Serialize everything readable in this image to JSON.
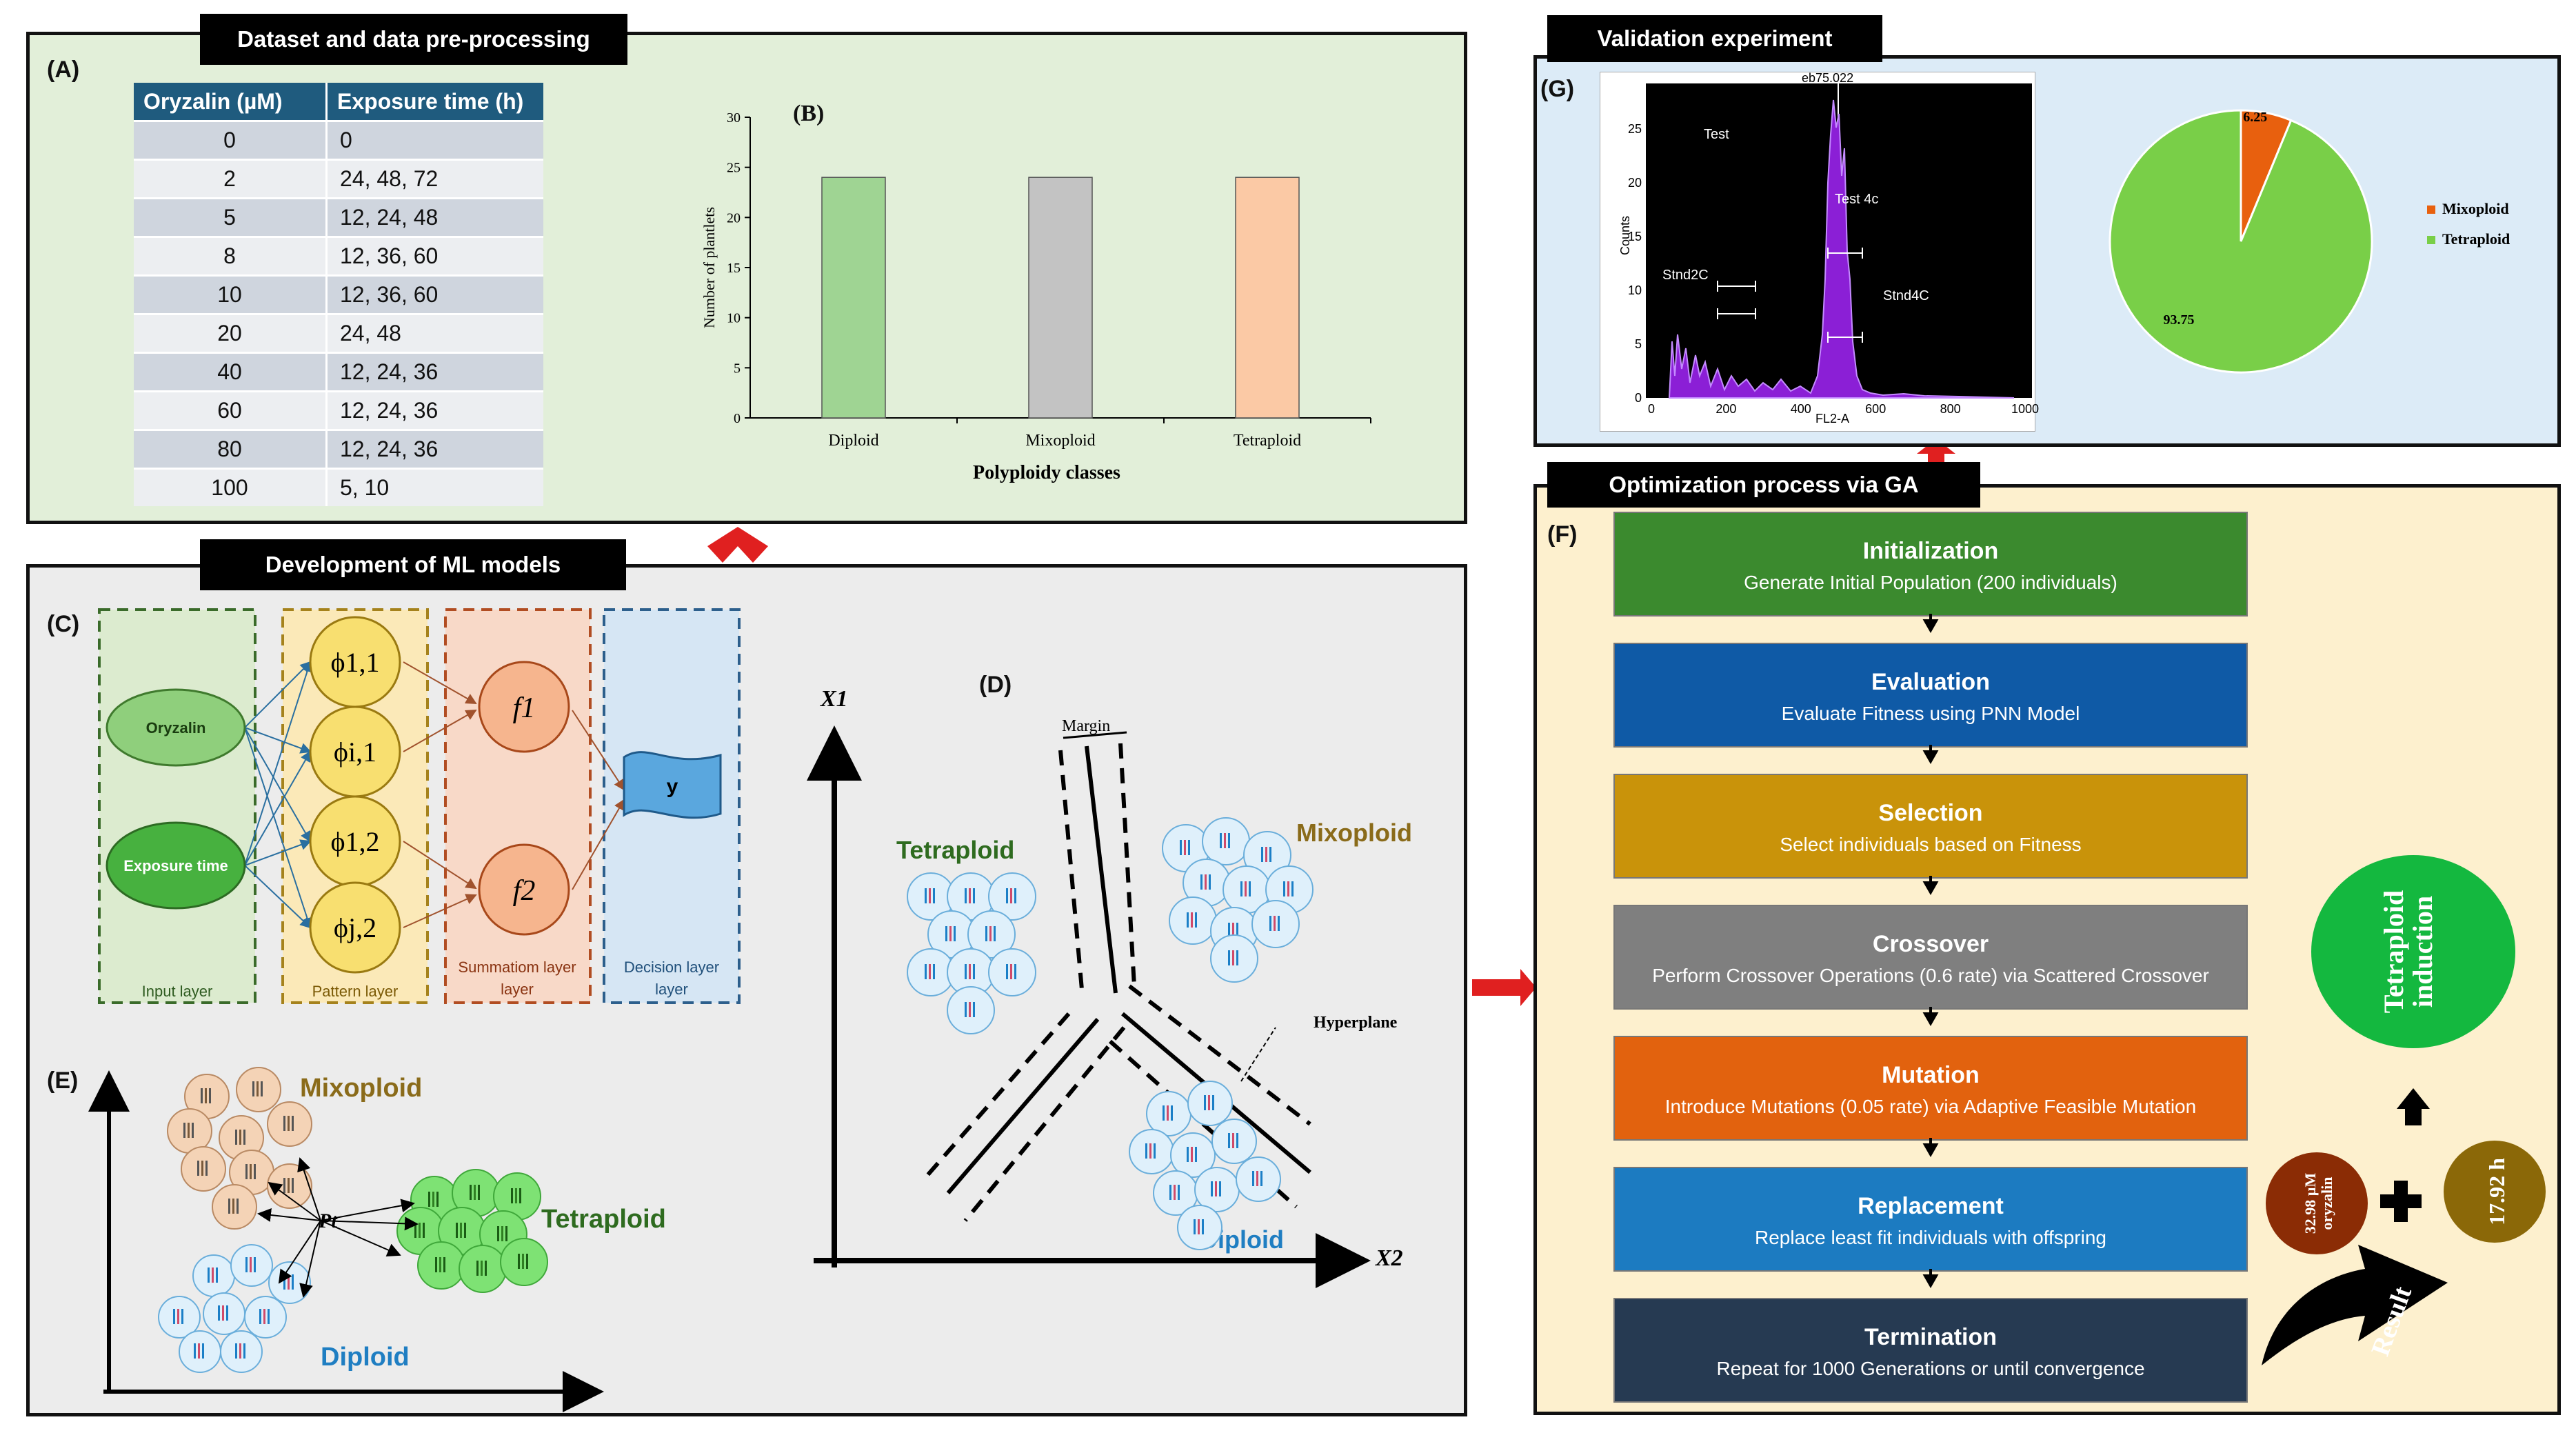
{
  "sections": {
    "dataset": "Dataset and data pre-processing",
    "ml": "Development of ML models",
    "validation": "Validation experiment",
    "ga": "Optimization process via GA"
  },
  "labels": {
    "a": "(A)",
    "b": "(B)",
    "c": "(C)",
    "d": "(D)",
    "e": "(E)",
    "f": "(F)",
    "g": "(G)"
  },
  "table": {
    "headers": [
      "Oryzalin (µM)",
      "Exposure time (h)"
    ],
    "rows": [
      [
        "0",
        "0"
      ],
      [
        "2",
        "24, 48, 72"
      ],
      [
        "5",
        "12, 24, 48"
      ],
      [
        "8",
        "12, 36, 60"
      ],
      [
        "10",
        "12, 36, 60"
      ],
      [
        "20",
        "24, 48"
      ],
      [
        "40",
        "12, 24, 36"
      ],
      [
        "60",
        "12, 24, 36"
      ],
      [
        "80",
        "12, 24, 36"
      ],
      [
        "100",
        "5, 10"
      ]
    ]
  },
  "chart_data": [
    {
      "type": "bar",
      "categories": [
        "Diploid",
        "Mixoploid",
        "Tetraploid"
      ],
      "values": [
        24,
        24,
        24
      ],
      "colors": [
        "#9fd493",
        "#c3c3c3",
        "#fbc9a5"
      ],
      "title": "",
      "xlabel": "Polyploidy classes",
      "ylabel": "Number of plantlets",
      "ylim": [
        0,
        30
      ],
      "yticks": [
        "0",
        "5",
        "10",
        "15",
        "20",
        "25",
        "30"
      ],
      "grid": false
    },
    {
      "type": "pie",
      "categories": [
        "Mixoploid",
        "Tetraploid"
      ],
      "values": [
        6.25,
        93.75
      ],
      "labels": [
        "6.25",
        "93.75"
      ],
      "colors": [
        "#e8600e",
        "#79cf48"
      ],
      "legend": "right"
    }
  ],
  "nn": {
    "inputs": [
      "Oryzalin",
      "Exposure time"
    ],
    "pattern": [
      "ϕ1,1",
      "ϕi,1",
      "ϕ1,2",
      "ϕj,2"
    ],
    "sum": [
      "f1",
      "f2"
    ],
    "output": "y",
    "layers": [
      "Input layer",
      "Pattern layer",
      "Summatiom layer",
      "Decision layer"
    ]
  },
  "svm": {
    "x1": "X1",
    "x2": "X2",
    "margin": "Margin",
    "hyperplane": "Hyperplane",
    "tetraploid": "Tetraploid",
    "mixoploid": "Mixoploid",
    "diploid": "Diploid"
  },
  "knn": {
    "mixoploid": "Mixoploid",
    "tetraploid": "Tetraploid",
    "diploid": "Diploid",
    "point": "Pt"
  },
  "flow": {
    "sample": "eb75.022",
    "test": "Test",
    "test4c": "Test 4c",
    "stnd2c": "Stnd2C",
    "stnd4c": "Stnd4C",
    "ylabel": "Counts",
    "xlabel": "FL2-A",
    "xticks": [
      "0",
      "200",
      "400",
      "600",
      "800",
      "1000"
    ],
    "yticks": [
      "0",
      "5",
      "10",
      "15",
      "20",
      "25"
    ]
  },
  "ga_steps": [
    {
      "title": "Initialization",
      "desc": "Generate Initial Population (200 individuals)",
      "color": "#3b8a2e"
    },
    {
      "title": "Evaluation",
      "desc": "Evaluate Fitness using PNN Model",
      "color": "#0f5aa6"
    },
    {
      "title": "Selection",
      "desc": "Select individuals based on Fitness",
      "color": "#c9930a"
    },
    {
      "title": "Crossover",
      "desc": "Perform Crossover Operations (0.6 rate) via Scattered Crossover",
      "color": "#7f7f7f"
    },
    {
      "title": "Mutation",
      "desc": "Introduce Mutations (0.05 rate) via Adaptive Feasible Mutation",
      "color": "#e2620e"
    },
    {
      "title": "Replacement",
      "desc": "Replace least fit individuals with offspring",
      "color": "#1c7bc1"
    },
    {
      "title": "Termination",
      "desc": "Repeat for 1000 Generations or until convergence",
      "color": "#263a52"
    }
  ],
  "result": {
    "outcome_line1": "Tetraploid",
    "outcome_line2": "induction",
    "oryzalin_line1": "32.98 µM",
    "oryzalin_line2": "oryzalin",
    "time": "17.92 h",
    "result": "Result"
  }
}
